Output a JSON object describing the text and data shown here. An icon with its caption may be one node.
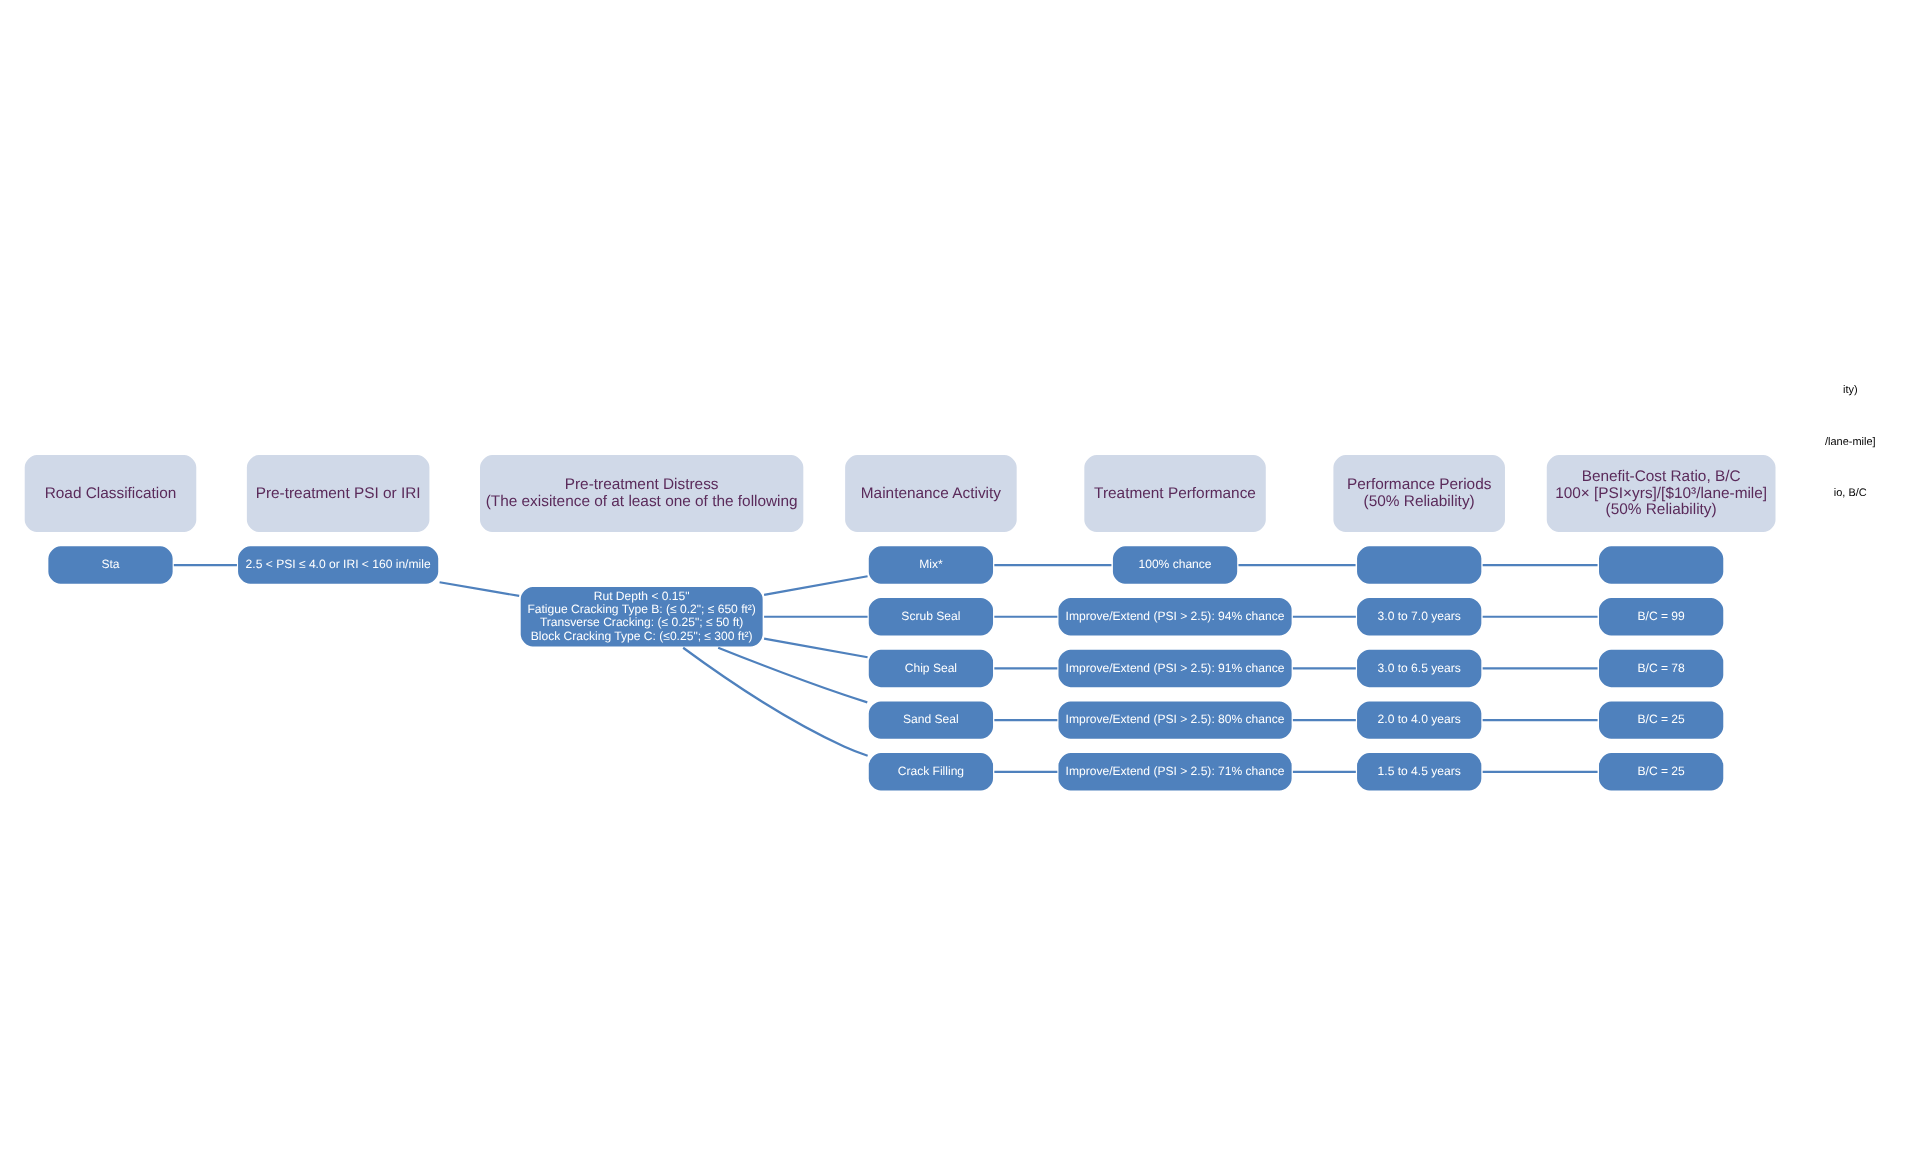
{
  "diagram": {
    "nodes": [
      {
        "text": [
          "Road Classification"
        ]
      },
      {
        "text": [
          "Pre-treatment PSI or IRI"
        ]
      },
      {
        "text": [
          "Pre-treatment Distress",
          "(The exisitence of at least one of the following"
        ]
      },
      {
        "text": [
          "Maintenance Activity"
        ]
      },
      {
        "text": [
          "Treatment Performance"
        ]
      },
      {
        "text": [
          "Performance Periods",
          "(50% Reliability)"
        ]
      },
      {
        "text": [
          "Benefit-Cost Ratio, B/C",
          "100× [PSI×yrs]/[$10³/lane-mile]",
          "(50% Reliability)"
        ]
      },
      {
        "text": [
          "Sta"
        ]
      },
      {
        "text": [
          "2.5 < PSI ≤ 4.0 or IRI < 160 in/mile"
        ]
      },
      {
        "text": [
          "Rut Depth < 0.15\"",
          "Fatigue Cracking Type B: (≤ 0.2\"; ≤ 650 ft²)",
          "Transverse Cracking: (≤ 0.25\"; ≤ 50 ft)",
          "Block Cracking Type C: (≤0.25\"; ≤ 300 ft²)"
        ]
      },
      {
        "text": [
          "Mix*"
        ]
      },
      {
        "text": [
          "Scrub Seal"
        ]
      },
      {
        "text": [
          "Chip Seal"
        ]
      },
      {
        "text": [
          "Sand Seal"
        ]
      },
      {
        "text": [
          "Crack Filling"
        ]
      },
      {
        "text": [
          "100% chance"
        ]
      },
      {
        "text": [
          "Improve/Extend (PSI > 2.5): 94% chance"
        ]
      },
      {
        "text": [
          "Improve/Extend (PSI > 2.5): 91% chance"
        ]
      },
      {
        "text": [
          "Improve/Extend (PSI > 2.5): 80% chance"
        ]
      },
      {
        "text": [
          "Improve/Extend (PSI > 2.5): 71% chance"
        ]
      },
      {
        "text": [],
        "shape": "box"
      },
      {
        "text": [
          "3.0 to 7.0 years"
        ]
      },
      {
        "text": [
          "3.0 to 6.5 years"
        ]
      },
      {
        "text": [
          "2.0 to 4.0 years"
        ]
      },
      {
        "text": [
          "1.5 to 4.5 years"
        ]
      },
      {
        "text": [],
        "shape": "box"
      },
      {
        "text": [
          "B/C = 99"
        ]
      },
      {
        "text": [
          "B/C = 78"
        ]
      },
      {
        "text": [
          "B/C = 25"
        ]
      },
      {
        "text": [
          "B/C = 25"
        ]
      }
    ],
    "edges": [
      {
        "from": 7,
        "to": 8,
        "arrow": "none"
      },
      {
        "from": 8,
        "to": 9,
        "arrow": "none"
      },
      {
        "from": 9,
        "to": 10,
        "arrow": "none"
      },
      {
        "from": 9,
        "to": 11,
        "arrow": "none"
      },
      {
        "from": 9,
        "to": 12,
        "arrow": "none"
      },
      {
        "from": 9,
        "to": 13,
        "arrow": "none"
      },
      {
        "from": 9,
        "to": 14,
        "arrow": "none"
      },
      {
        "from": 10,
        "to": 15,
        "arrow": "none"
      },
      {
        "from": 11,
        "to": 16,
        "arrow": "none"
      },
      {
        "from": 12,
        "to": 17,
        "arrow": "none"
      },
      {
        "from": 13,
        "to": 18,
        "arrow": "none"
      },
      {
        "from": 14,
        "to": 19,
        "arrow": "none"
      },
      {
        "from": 15,
        "to": 20,
        "arrow": "none"
      },
      {
        "from": 16,
        "to": 21,
        "arrow": "none"
      },
      {
        "from": 17,
        "to": 22,
        "arrow": "none"
      },
      {
        "from": 18,
        "to": 23,
        "arrow": "none"
      },
      {
        "from": 19,
        "to": 24,
        "arrow": "none"
      },
      {
        "from": 20,
        "to": 25,
        "arrow": "none"
      },
      {
        "from": 21,
        "to": 26,
        "arrow": "none"
      },
      {
        "from": 22,
        "to": 27,
        "arrow": "none"
      },
      {
        "from": 23,
        "to": 28,
        "arrow": "none"
      },
      {
        "from": 24,
        "to": 29,
        "arrow": "none"
      }
    ],
    "labels": [
      "io, B/C",
      "/lane-mile]",
      "ity)"
    ]
  }
}
